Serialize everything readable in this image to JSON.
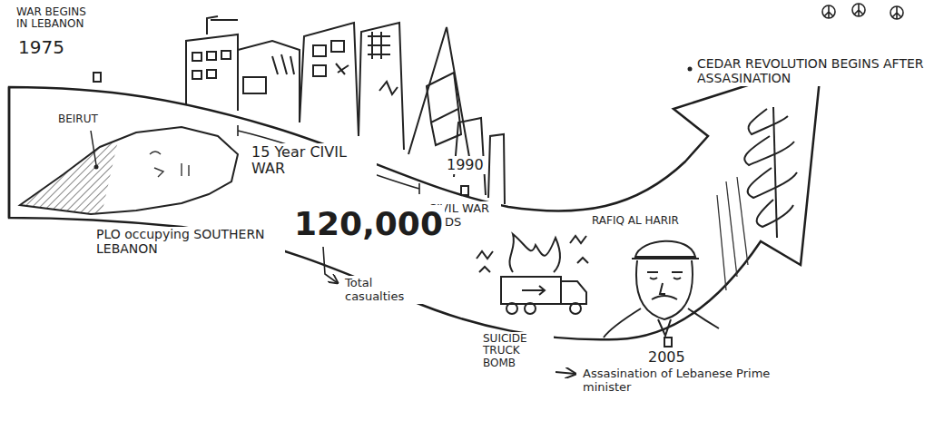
{
  "diagram": {
    "labels": [
      "WAR BEGINS IN LEBANON",
      "1975",
      "BEIRUT",
      "15 Year CIVIL WAR",
      "1990",
      "CIVIL WAR ENDS",
      "PLO occupying SOUTHERN LEBANON",
      "120,000",
      "Total casualties",
      "SUICIDE TRUCK BOMB",
      "RAFIQ AL HARIR",
      "2005",
      "Assasination of Lebanese Prime minister",
      "CEDAR REVOLUTION BEGINS AFTER ASSASINATION"
    ]
  }
}
